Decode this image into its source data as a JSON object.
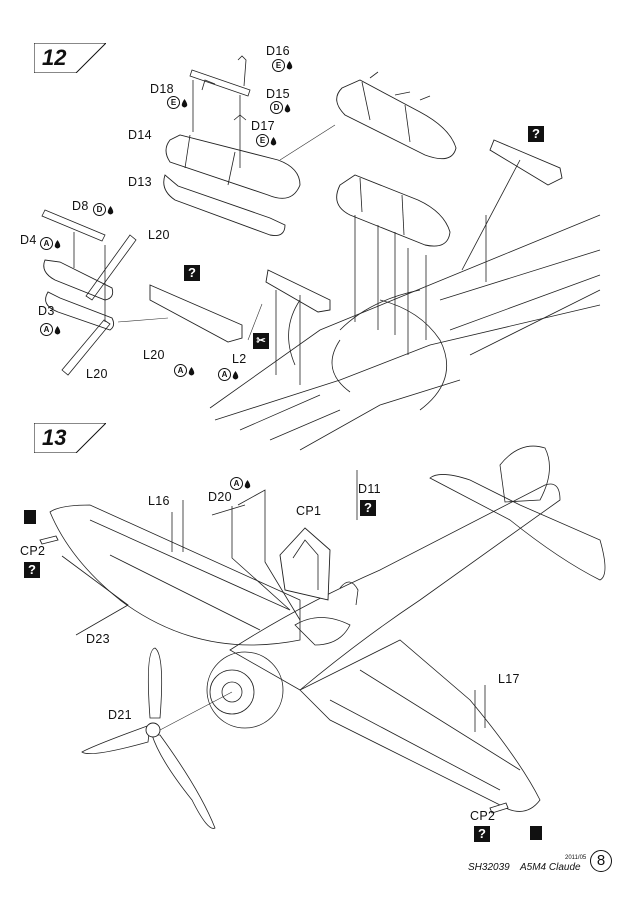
{
  "steps": [
    {
      "number": "12"
    },
    {
      "number": "13"
    }
  ],
  "labels": {
    "D16": "D16",
    "D15": "D15",
    "D18": "D18",
    "D17": "D17",
    "D14": "D14",
    "D13": "D13",
    "D8": "D8",
    "D4": "D4",
    "L20a": "L20",
    "D3": "D3",
    "L20b": "L20",
    "L20c": "L20",
    "L2": "L2",
    "L16": "L16",
    "D20": "D20",
    "CP1": "CP1",
    "D11": "D11",
    "CP2a": "CP2",
    "D23": "D23",
    "D21": "D21",
    "L17": "L17",
    "CP2b": "CP2"
  },
  "markers": {
    "E": "E",
    "D": "D",
    "A": "A",
    "question": "?"
  },
  "footer": {
    "code": "SH32039",
    "model": "A5M4 Claude",
    "year": "2011/05",
    "page": "8"
  }
}
